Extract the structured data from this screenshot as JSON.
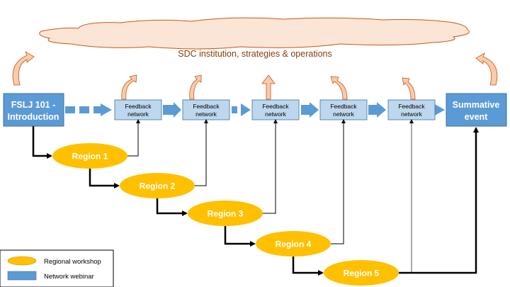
{
  "cloud": {
    "label": "SDC institution, strategies & operations"
  },
  "start": {
    "line1": "FSLJ 101 -",
    "line2": "Introduction"
  },
  "end": {
    "line1": "Summative",
    "line2": "event"
  },
  "feedback": [
    {
      "line1": "Feedback",
      "line2": "network"
    },
    {
      "line1": "Feedback",
      "line2": "network"
    },
    {
      "line1": "Feedback",
      "line2": "network"
    },
    {
      "line1": "Feedback",
      "line2": "network"
    },
    {
      "line1": "Feedback",
      "line2": "network"
    }
  ],
  "regions": [
    {
      "label": "Region 1"
    },
    {
      "label": "Region 2"
    },
    {
      "label": "Region 3"
    },
    {
      "label": "Region 4"
    },
    {
      "label": "Region 5"
    }
  ],
  "legend": {
    "items": [
      {
        "label": "Regional workshop",
        "shape": "ellipse"
      },
      {
        "label": "Network webinar",
        "shape": "rect"
      }
    ]
  },
  "colors": {
    "blue": "#5b9bd5",
    "light_blue": "#bdd7ee",
    "orange": "#ffc000",
    "cloud_fill": "#fbe5d6",
    "cloud_stroke": "#c55a11",
    "text_orange": "#843c0c"
  }
}
